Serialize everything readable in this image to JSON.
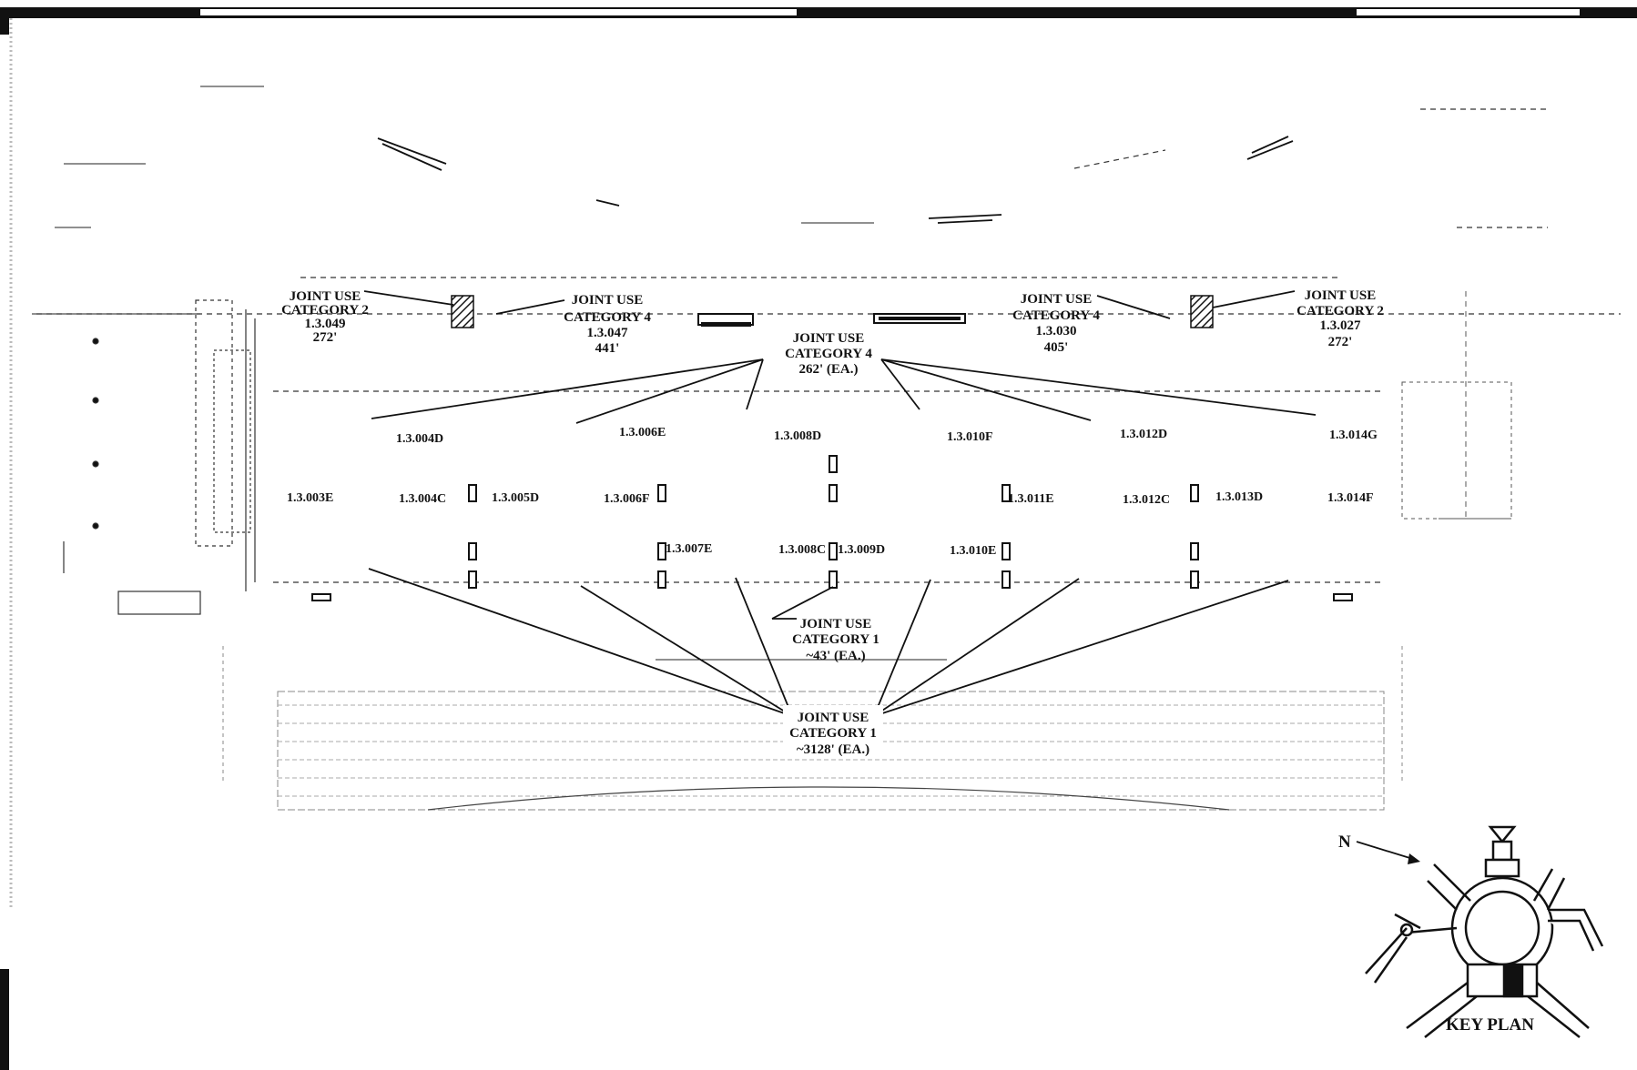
{
  "callouts": {
    "left_cat2": {
      "line1": "JOINT USE",
      "line2": "CATEGORY 2",
      "room": "1.3.049",
      "length": "272'"
    },
    "left_cat4": {
      "line1": "JOINT USE",
      "line2": "CATEGORY 4",
      "room": "1.3.047",
      "length": "441'"
    },
    "center_cat4": {
      "line1": "JOINT USE",
      "line2": "CATEGORY 4",
      "length": "262' (EA.)"
    },
    "right_cat4": {
      "line1": "JOINT USE",
      "line2": "CATEGORY 4",
      "room": "1.3.030",
      "length": "405'"
    },
    "right_cat2": {
      "line1": "JOINT USE",
      "line2": "CATEGORY 2",
      "room": "1.3.027",
      "length": "272'"
    },
    "center_cat1_small": {
      "line1": "JOINT USE",
      "line2": "CATEGORY 1",
      "length": "~43' (EA.)"
    },
    "center_cat1_large": {
      "line1": "JOINT USE",
      "line2": "CATEGORY 1",
      "length": "~3128' (EA.)"
    }
  },
  "rooms": {
    "r1": "1.3.004D",
    "r2": "1.3.006E",
    "r3": "1.3.008D",
    "r4": "1.3.010F",
    "r5": "1.3.012D",
    "r6": "1.3.014G",
    "r7": "1.3.003E",
    "r8": "1.3.004C",
    "r9": "1.3.005D",
    "r10": "1.3.006F",
    "r11": "1.3.011E",
    "r12": "1.3.012C",
    "r13": "1.3.013D",
    "r14": "1.3.014F",
    "r15": "1.3.007E",
    "r16": "1.3.008C",
    "r17": "1.3.009D",
    "r18": "1.3.010E"
  },
  "key_plan": {
    "north": "N",
    "title": "KEY PLAN"
  }
}
